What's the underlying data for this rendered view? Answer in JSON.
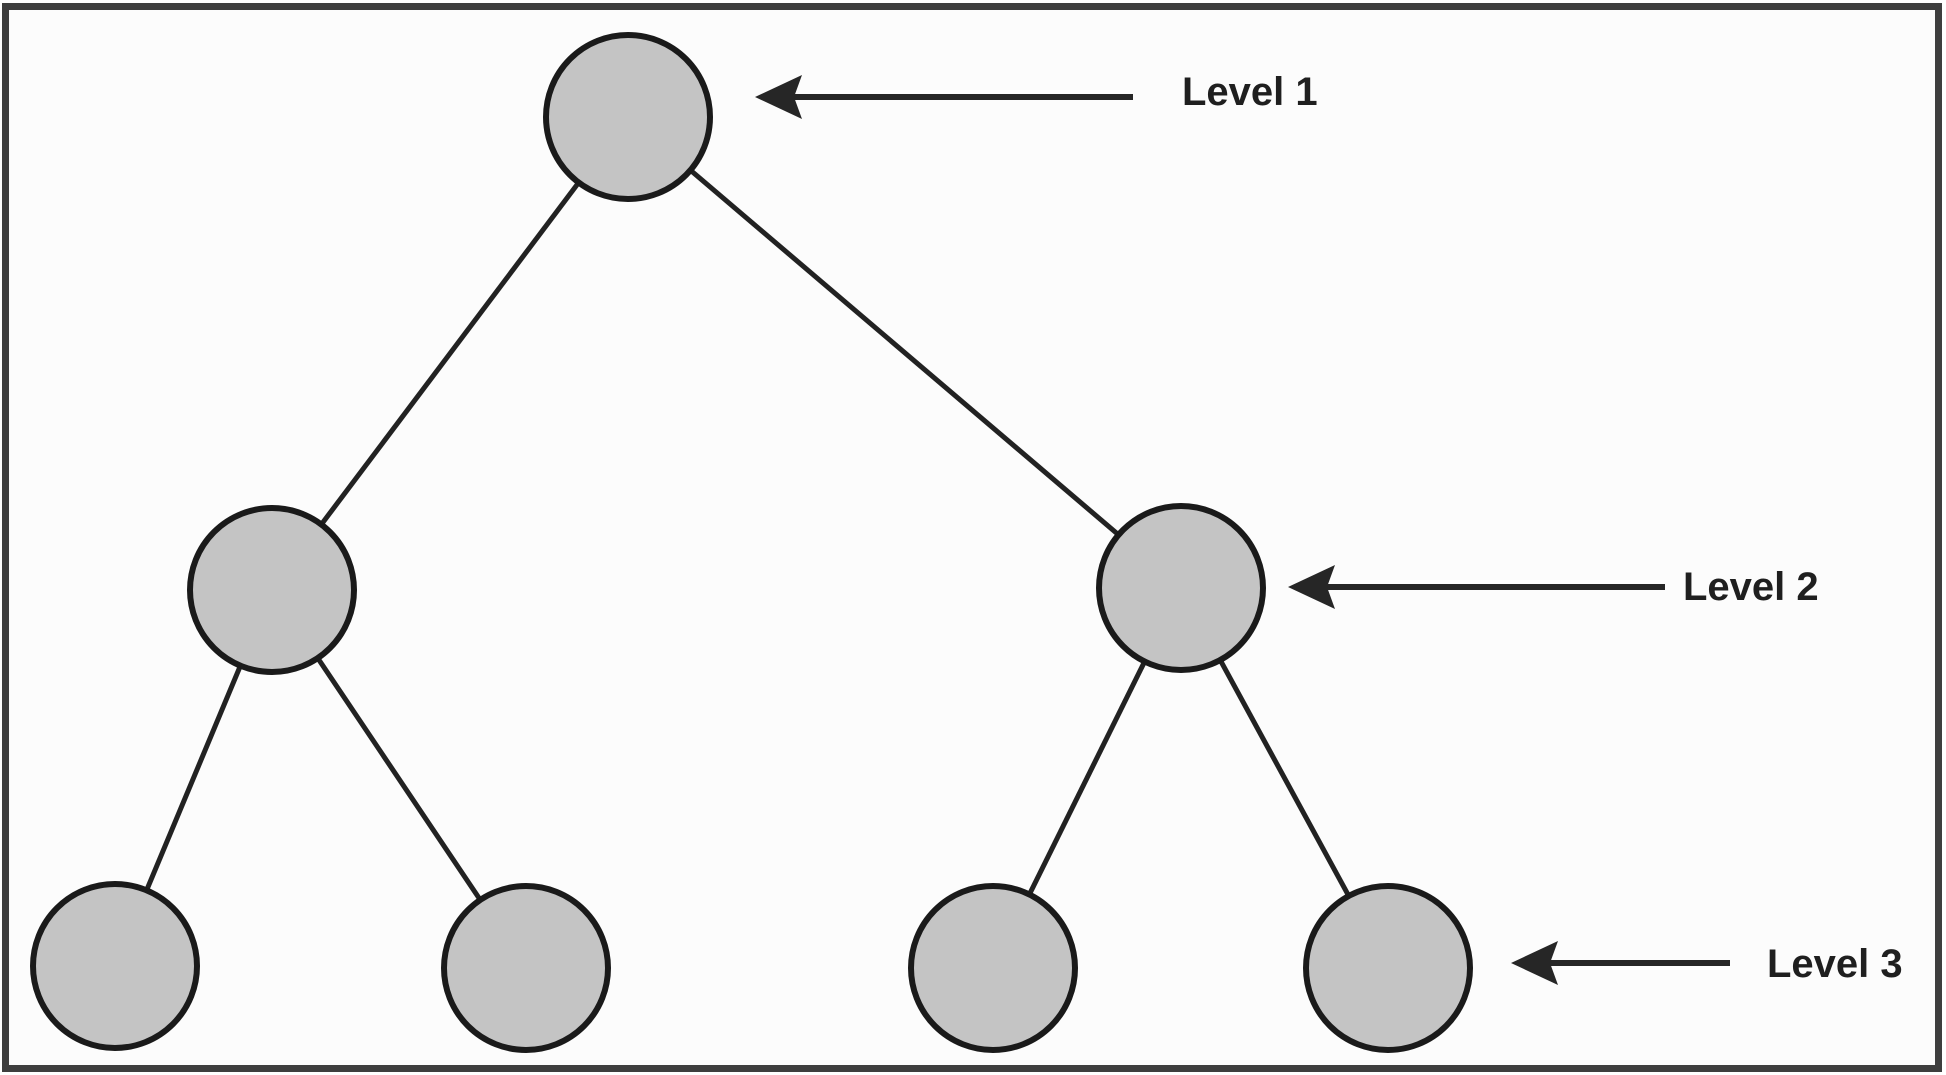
{
  "diagram": {
    "type": "tree",
    "description": "Binary tree with three annotated levels",
    "levels": [
      {
        "label": "Level 1",
        "nodes": 1
      },
      {
        "label": "Level 2",
        "nodes": 2
      },
      {
        "label": "Level 3",
        "nodes": 4
      }
    ],
    "colors": {
      "node_fill": "#c4c4c4",
      "node_stroke": "#1a1a1a",
      "edge": "#222222",
      "arrow": "#262626",
      "label_text": "#1f1f1f",
      "frame_border": "#3e3e3e",
      "background": "#fcfcfc"
    }
  }
}
